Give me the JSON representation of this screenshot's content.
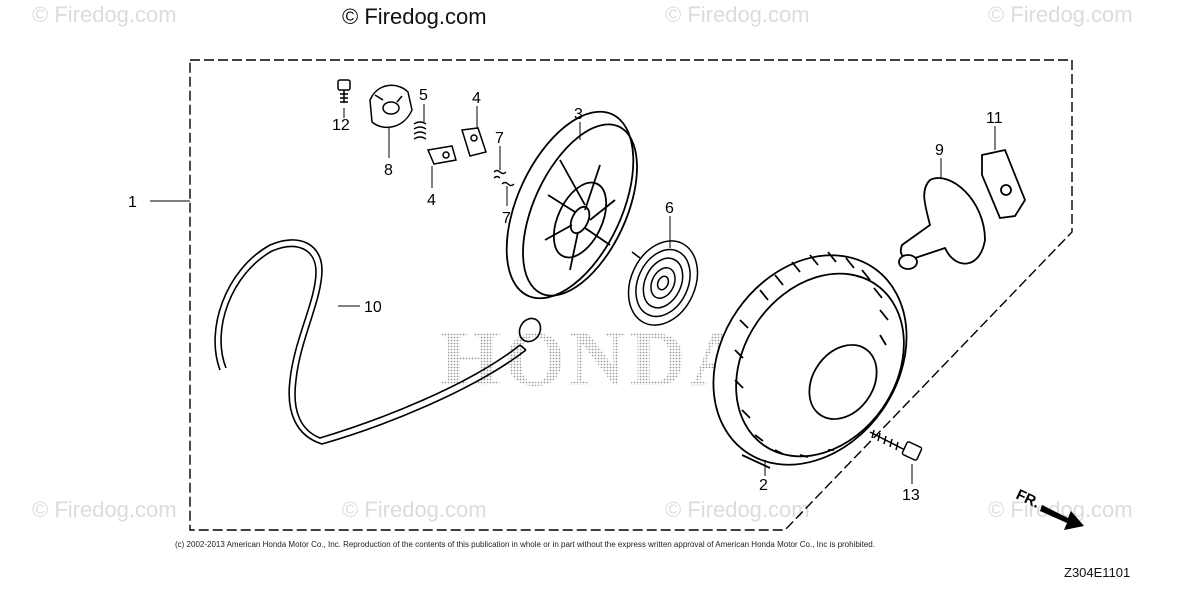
{
  "watermarks": {
    "main": "© Firedog.com",
    "faded": "© Firedog.com"
  },
  "brand_mark": "HONDA",
  "copyright": "(c) 2002-2013 American Honda Motor Co., Inc. Reproduction of the contents of this publication in whole or in part without the express written approval of American Honda Motor Co., Inc is prohibited.",
  "diagram_code": "Z304E1101",
  "direction_label": "FR.",
  "parts": [
    {
      "id": "1",
      "label": "1"
    },
    {
      "id": "2",
      "label": "2"
    },
    {
      "id": "3",
      "label": "3"
    },
    {
      "id": "4a",
      "label": "4"
    },
    {
      "id": "4b",
      "label": "4"
    },
    {
      "id": "5",
      "label": "5"
    },
    {
      "id": "6",
      "label": "6"
    },
    {
      "id": "7a",
      "label": "7"
    },
    {
      "id": "7b",
      "label": "7"
    },
    {
      "id": "8",
      "label": "8"
    },
    {
      "id": "9",
      "label": "9"
    },
    {
      "id": "10",
      "label": "10"
    },
    {
      "id": "11",
      "label": "11"
    },
    {
      "id": "12",
      "label": "12"
    },
    {
      "id": "13",
      "label": "13"
    }
  ],
  "colors": {
    "line": "#000000",
    "watermark": "#dcdcdc",
    "brand_dots": "#9a9a9a"
  }
}
